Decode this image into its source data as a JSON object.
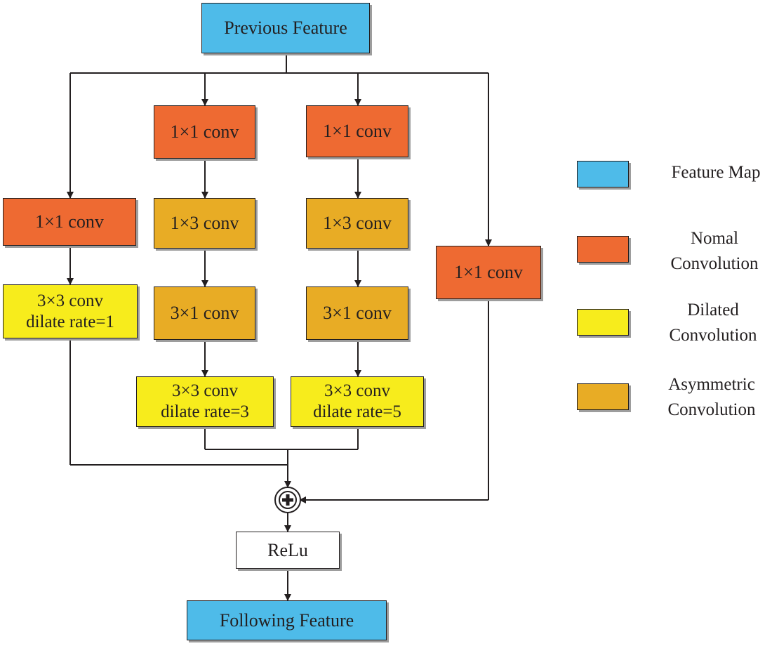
{
  "colors": {
    "feature_map": "#4ebbe9",
    "normal_conv": "#ee6a32",
    "dilated_conv": "#f7ec1c",
    "asymmetric_conv": "#e8ac25",
    "relu": "#ffffff",
    "line": "#231f20"
  },
  "nodes": {
    "previous_feature": "Previous Feature",
    "following_feature": "Following Feature",
    "relu": "ReLu",
    "branch1": {
      "conv1x1": "1×1 conv",
      "dilated_line1": "3×3 conv",
      "dilated_line2": "dilate rate=1"
    },
    "branch2": {
      "conv1x1": "1×1 conv",
      "conv1x3": "1×3 conv",
      "conv3x1": "3×1 conv",
      "dilated_line1": "3×3 conv",
      "dilated_line2": "dilate rate=3"
    },
    "branch3": {
      "conv1x1": "1×1 conv",
      "conv1x3": "1×3 conv",
      "conv3x1": "3×1 conv",
      "dilated_line1": "3×3 conv",
      "dilated_line2": "dilate rate=5"
    },
    "shortcut": {
      "conv1x1": "1×1 conv"
    },
    "add_symbol": "plus-in-circle-icon"
  },
  "legend": {
    "feature_map": {
      "line1": "Feature Map"
    },
    "normal": {
      "line1": "Nomal",
      "line2": "Convolution"
    },
    "dilated": {
      "line1": "Dilated",
      "line2": "Convolution"
    },
    "asymmetric": {
      "line1": "Asymmetric",
      "line2": "Convolution"
    }
  }
}
